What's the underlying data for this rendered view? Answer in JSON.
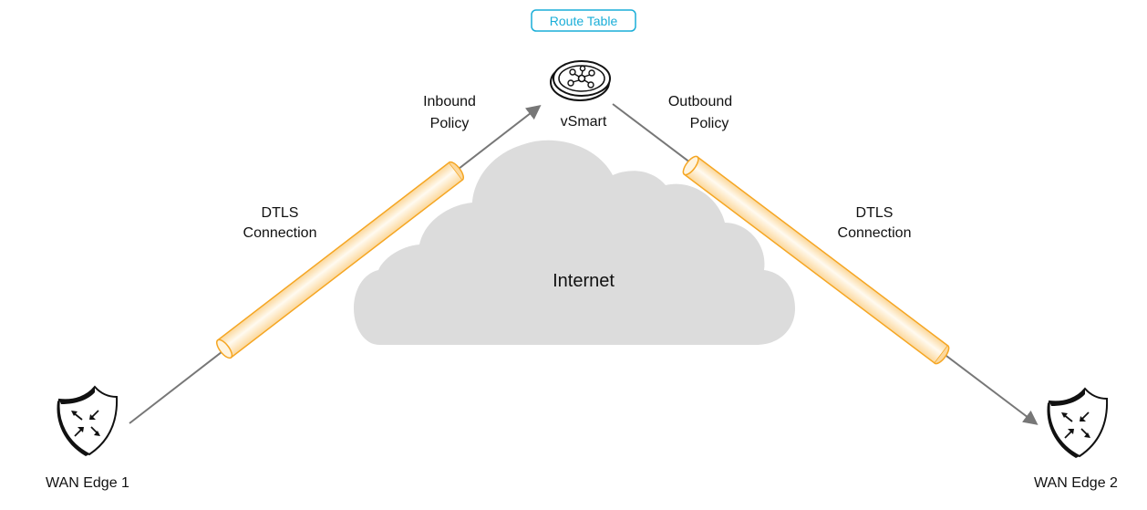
{
  "badge": {
    "label": "Route Table",
    "color": "#1aaed8"
  },
  "nodes": {
    "vsmart": {
      "label": "vSmart",
      "icon": "vsmart-router-icon"
    },
    "edge1": {
      "label": "WAN Edge 1",
      "icon": "shield-router-icon"
    },
    "edge2": {
      "label": "WAN Edge 2",
      "icon": "shield-router-icon"
    }
  },
  "cloud": {
    "label": "Internet",
    "color": "#dcdcdc"
  },
  "policies": {
    "inbound": [
      "Inbound",
      "Policy"
    ],
    "outbound": [
      "Outbound",
      "Policy"
    ]
  },
  "tunnels": {
    "left": [
      "DTLS",
      "Connection"
    ],
    "right": [
      "DTLS",
      "Connection"
    ],
    "color": "#f5a623"
  },
  "line_color": "#777777"
}
